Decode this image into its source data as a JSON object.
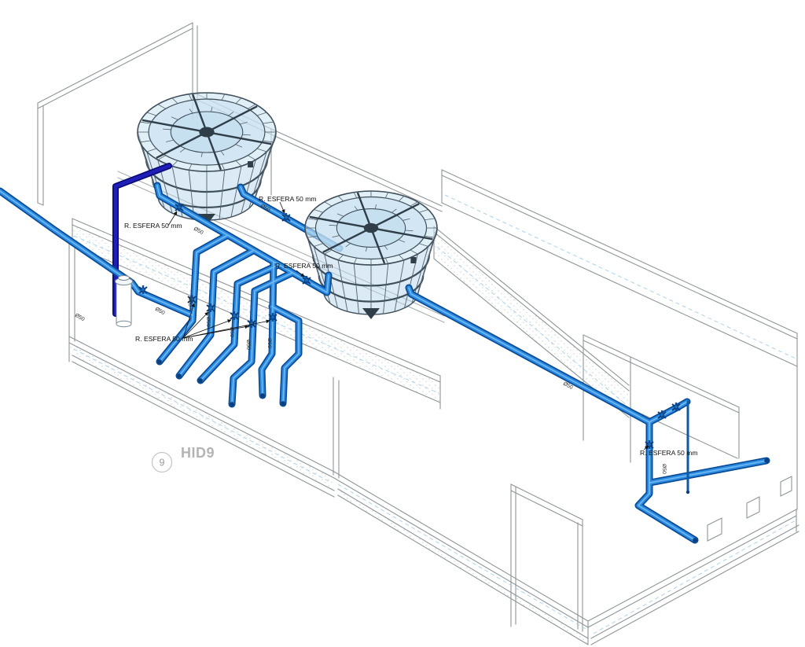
{
  "drawing": {
    "type": "isometric-plumbing-view",
    "tag": {
      "number": "9",
      "label": "HID9"
    },
    "valve_label": "R. ESFERA 50 mm",
    "pipe_diameter_label": "Ø50",
    "colors": {
      "pipe_core": "#2a8ce2",
      "pipe_casing": "#0a4a94",
      "pipe_highlight": "#8ec8f5",
      "riser_navy": "#1d1daa",
      "tank_glass": "#bcd8ec",
      "tank_frame": "#3f4f5a",
      "structure_line": "#8f9599",
      "deck_dash_blue": "#a5cdec",
      "annotation_text": "#111111",
      "tag_gray": "#b4b4b6"
    }
  }
}
